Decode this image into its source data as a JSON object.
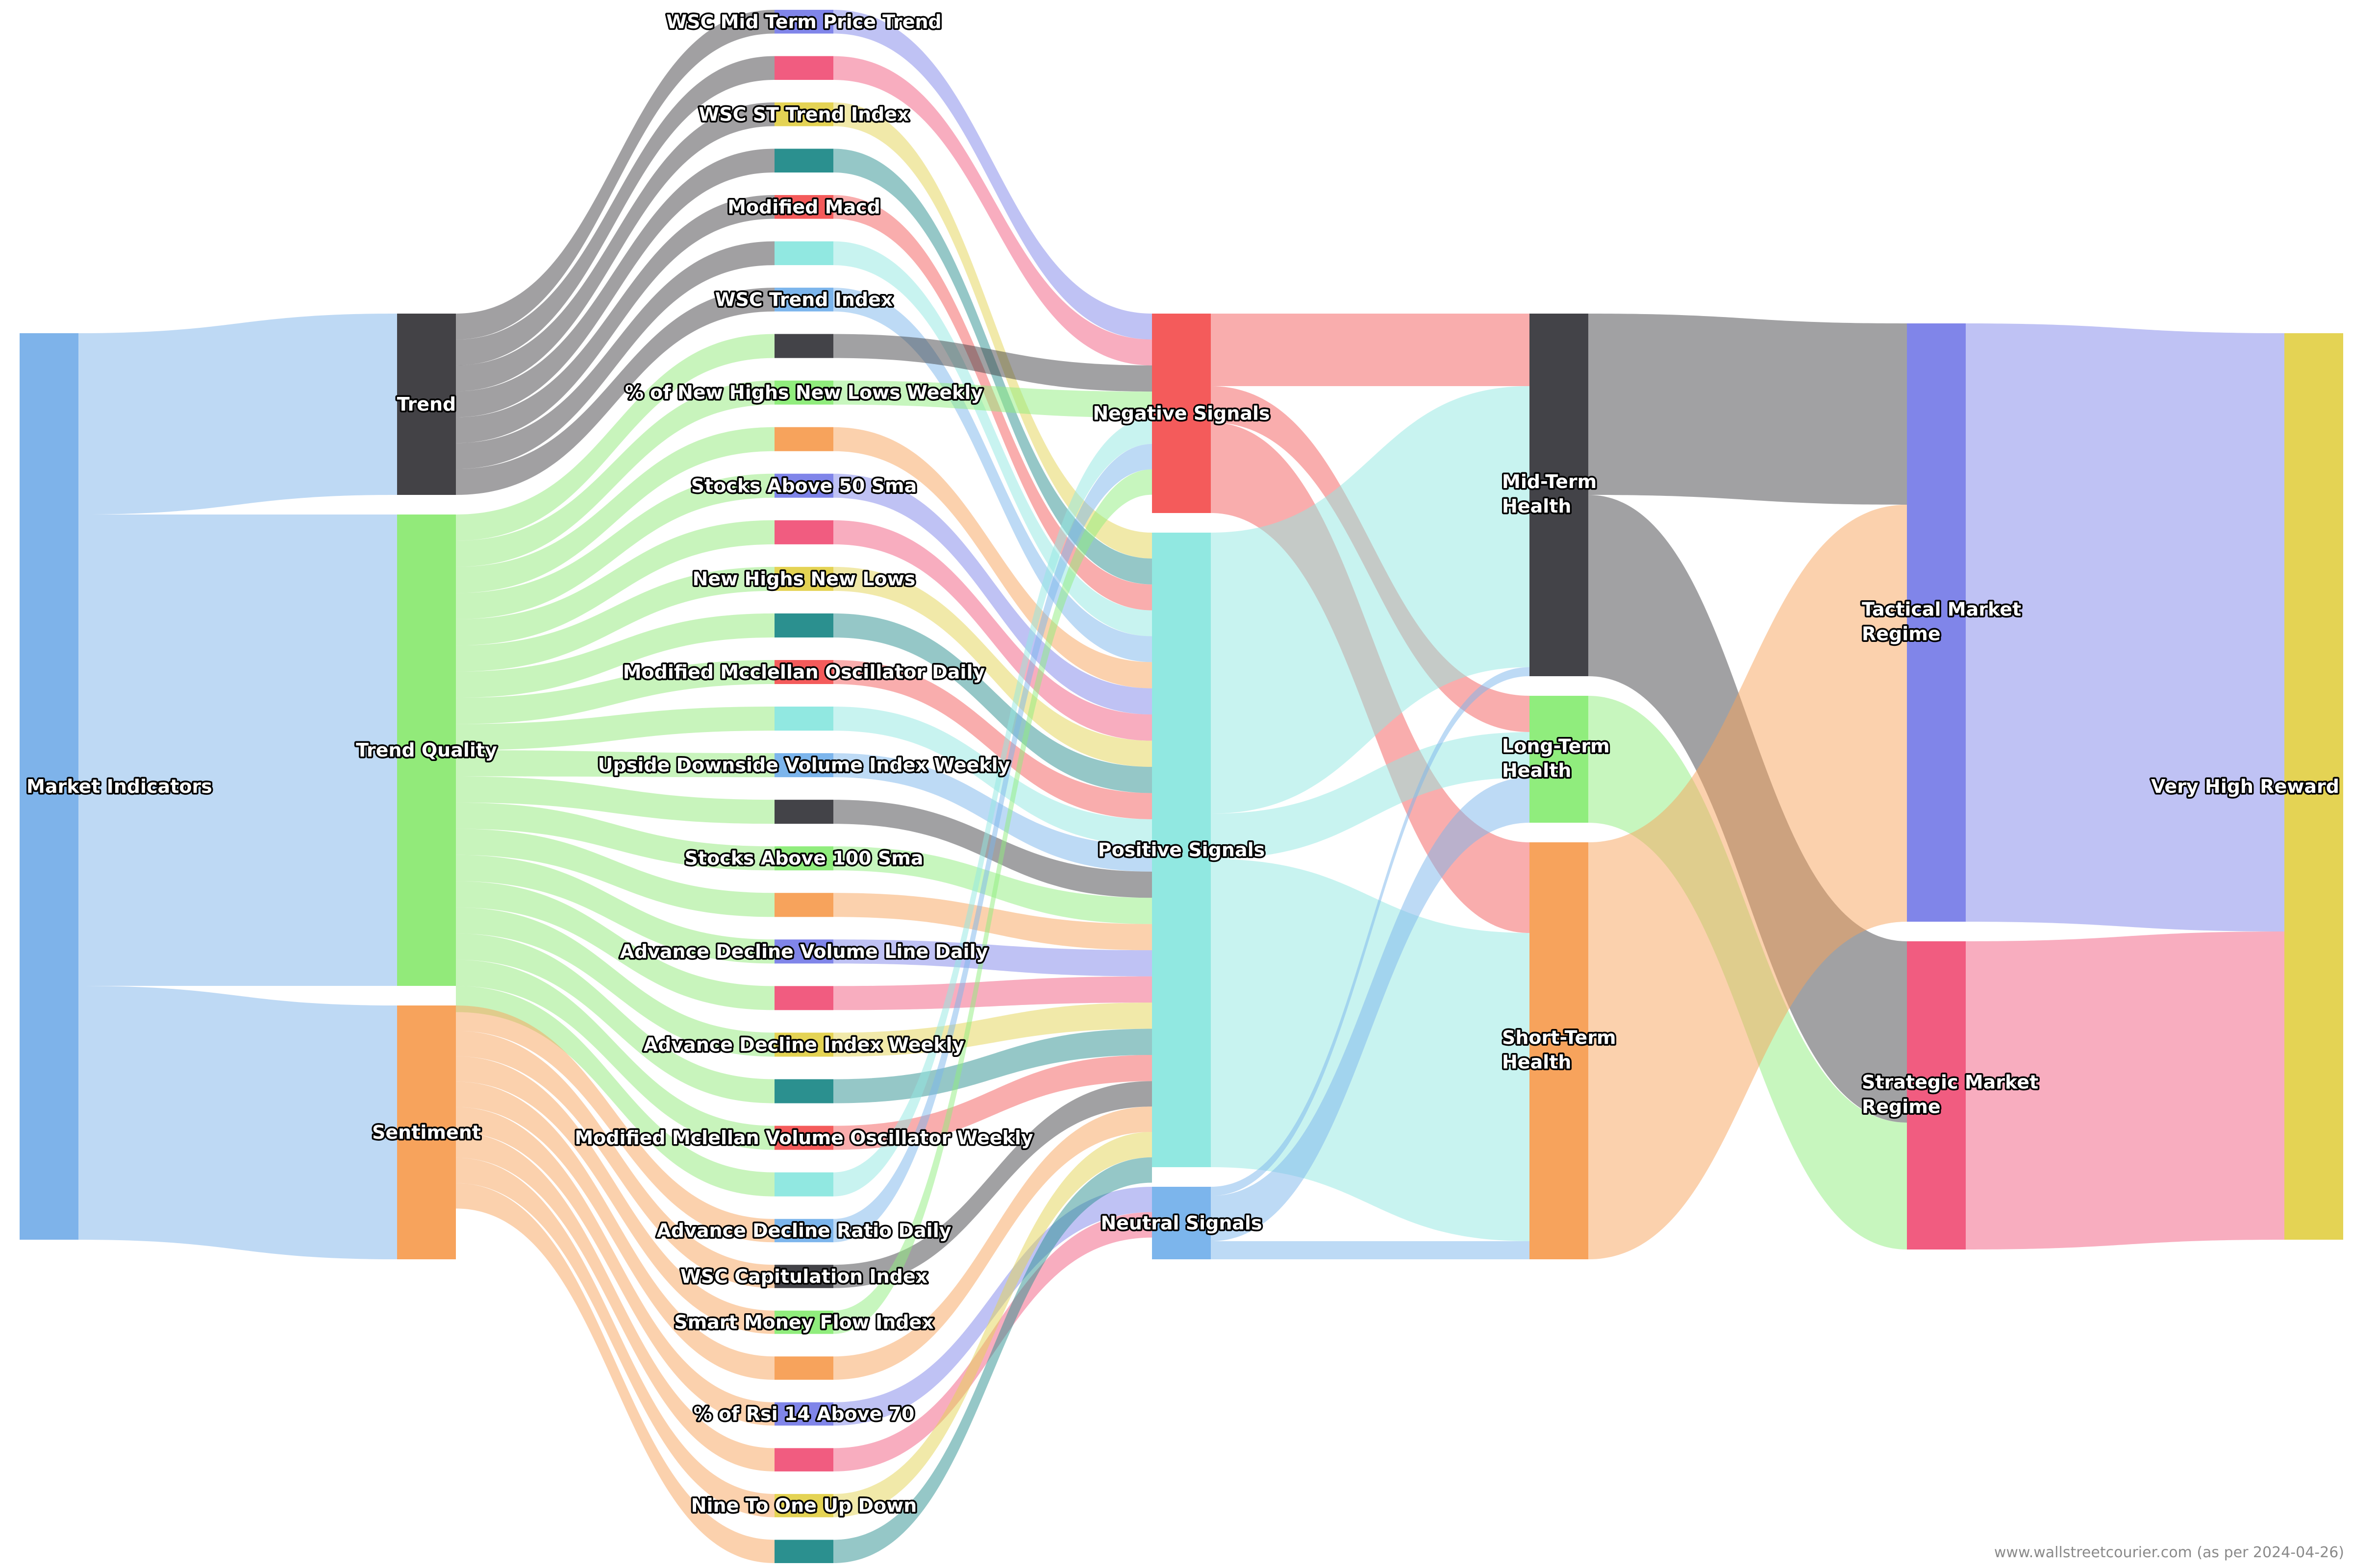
{
  "diagram": {
    "type": "sankey",
    "watermark": "www.wallstreetcourier.com (as per 2024-04-26)",
    "columns": [
      [
        {
          "id": "mi",
          "label": "Market Indicators",
          "value": 100,
          "color": "#7eb3ea"
        }
      ],
      [
        {
          "id": "trend",
          "label": "Trend",
          "value": 20,
          "color": "#434246"
        },
        {
          "id": "tq",
          "label": "Trend Quality",
          "value": 52,
          "color": "#92ea7a"
        },
        {
          "id": "sent",
          "label": "Sentiment",
          "value": 28,
          "color": "#f7a35c"
        }
      ],
      [
        {
          "id": "i1",
          "label": "WSC Mid Term Price Trend",
          "value": 2.857,
          "color": "#8085e9"
        },
        {
          "id": "i2",
          "label": "",
          "value": 2.857,
          "color": "#f15c80"
        },
        {
          "id": "i3",
          "label": "WSC ST Trend Index",
          "value": 2.857,
          "color": "#e4d354"
        },
        {
          "id": "i4",
          "label": "",
          "value": 2.857,
          "color": "#2b908f"
        },
        {
          "id": "i5",
          "label": "Modified Macd",
          "value": 2.857,
          "color": "#f45b5b"
        },
        {
          "id": "i6",
          "label": "",
          "value": 2.857,
          "color": "#91e8e1"
        },
        {
          "id": "i7",
          "label": "WSC Trend Index",
          "value": 2.857,
          "color": "#7cb5ec"
        },
        {
          "id": "i8",
          "label": "",
          "value": 2.889,
          "color": "#434348"
        },
        {
          "id": "i9",
          "label": "% of New Highs New Lows Weekly",
          "value": 2.889,
          "color": "#90ed7d"
        },
        {
          "id": "i10",
          "label": "",
          "value": 2.889,
          "color": "#f7a35c"
        },
        {
          "id": "i11",
          "label": "Stocks Above 50 Sma",
          "value": 2.889,
          "color": "#8085e9"
        },
        {
          "id": "i12",
          "label": "",
          "value": 2.889,
          "color": "#f15c80"
        },
        {
          "id": "i13",
          "label": "New Highs New Lows",
          "value": 2.889,
          "color": "#e4d354"
        },
        {
          "id": "i14",
          "label": "",
          "value": 2.889,
          "color": "#2b908f"
        },
        {
          "id": "i15",
          "label": "Modified Mcclellan Oscillator Daily",
          "value": 2.889,
          "color": "#f45b5b"
        },
        {
          "id": "i16",
          "label": "",
          "value": 2.889,
          "color": "#91e8e1"
        },
        {
          "id": "i17",
          "label": "Upside Downside Volume Index Weekly",
          "value": 2.889,
          "color": "#7cb5ec"
        },
        {
          "id": "i18",
          "label": "",
          "value": 2.889,
          "color": "#434348"
        },
        {
          "id": "i19",
          "label": "Stocks Above 100 Sma",
          "value": 2.889,
          "color": "#90ed7d"
        },
        {
          "id": "i20",
          "label": "",
          "value": 2.889,
          "color": "#f7a35c"
        },
        {
          "id": "i21",
          "label": "Advance Decline Volume Line Daily",
          "value": 2.889,
          "color": "#8085e9"
        },
        {
          "id": "i22",
          "label": "",
          "value": 2.889,
          "color": "#f15c80"
        },
        {
          "id": "i23",
          "label": "Advance Decline Index Weekly",
          "value": 2.889,
          "color": "#e4d354"
        },
        {
          "id": "i24",
          "label": "",
          "value": 2.889,
          "color": "#2b908f"
        },
        {
          "id": "i25",
          "label": "Modified Mclellan Volume Oscillator Weekly",
          "value": 2.889,
          "color": "#f45b5b"
        },
        {
          "id": "i26",
          "label": "",
          "value": 2.889,
          "color": "#91e8e1"
        },
        {
          "id": "i27",
          "label": "Advance Decline Ratio Daily",
          "value": 2.8,
          "color": "#7cb5ec"
        },
        {
          "id": "i28",
          "label": "WSC Capitulation Index",
          "value": 2.8,
          "color": "#434348"
        },
        {
          "id": "i29",
          "label": "Smart Money Flow Index",
          "value": 2.8,
          "color": "#90ed7d"
        },
        {
          "id": "i30",
          "label": "",
          "value": 2.8,
          "color": "#f7a35c"
        },
        {
          "id": "i31",
          "label": "% of Rsi 14 Above 70",
          "value": 2.8,
          "color": "#8085e9"
        },
        {
          "id": "i32",
          "label": "",
          "value": 2.8,
          "color": "#f15c80"
        },
        {
          "id": "i33",
          "label": "Nine To One Up Down",
          "value": 2.8,
          "color": "#e4d354"
        },
        {
          "id": "i34",
          "label": "",
          "value": 2.8,
          "color": "#2b908f"
        }
      ],
      [
        {
          "id": "neg",
          "label": "Negative Signals",
          "value": 22,
          "color": "#f45b5b"
        },
        {
          "id": "pos",
          "label": "Positive Signals",
          "value": 70,
          "color": "#91e8e1"
        },
        {
          "id": "neu",
          "label": "Neutral Signals",
          "value": 8,
          "color": "#7cb5ec"
        }
      ],
      [
        {
          "id": "mid",
          "label": "Mid-Term Health",
          "value": 40,
          "color": "#434348"
        },
        {
          "id": "long",
          "label": "Long-Term Health",
          "value": 14,
          "color": "#90ed7d"
        },
        {
          "id": "short",
          "label": "Short-Term Health",
          "value": 46,
          "color": "#f7a35c"
        }
      ],
      [
        {
          "id": "tac",
          "label": "Tactical Market Regime",
          "value": 66,
          "color": "#8085e9"
        },
        {
          "id": "strat",
          "label": "Strategic Market Regime",
          "value": 34,
          "color": "#f15c80"
        }
      ],
      [
        {
          "id": "vhr",
          "label": "Very High Reward",
          "value": 100,
          "color": "#e4d354"
        }
      ]
    ],
    "links": [
      {
        "source": "mi",
        "target": "trend",
        "value": 20
      },
      {
        "source": "mi",
        "target": "tq",
        "value": 52
      },
      {
        "source": "mi",
        "target": "sent",
        "value": 28
      },
      {
        "source": "trend",
        "target": "i1",
        "value": 2.857
      },
      {
        "source": "trend",
        "target": "i2",
        "value": 2.857
      },
      {
        "source": "trend",
        "target": "i3",
        "value": 2.857
      },
      {
        "source": "trend",
        "target": "i4",
        "value": 2.857
      },
      {
        "source": "trend",
        "target": "i5",
        "value": 2.857
      },
      {
        "source": "trend",
        "target": "i6",
        "value": 2.857
      },
      {
        "source": "trend",
        "target": "i7",
        "value": 2.857
      },
      {
        "source": "tq",
        "target": "i8",
        "value": 2.889
      },
      {
        "source": "tq",
        "target": "i9",
        "value": 2.889
      },
      {
        "source": "tq",
        "target": "i10",
        "value": 2.889
      },
      {
        "source": "tq",
        "target": "i11",
        "value": 2.889
      },
      {
        "source": "tq",
        "target": "i12",
        "value": 2.889
      },
      {
        "source": "tq",
        "target": "i13",
        "value": 2.889
      },
      {
        "source": "tq",
        "target": "i14",
        "value": 2.889
      },
      {
        "source": "tq",
        "target": "i15",
        "value": 2.889
      },
      {
        "source": "tq",
        "target": "i16",
        "value": 2.889
      },
      {
        "source": "tq",
        "target": "i17",
        "value": 2.889
      },
      {
        "source": "tq",
        "target": "i18",
        "value": 2.889
      },
      {
        "source": "tq",
        "target": "i19",
        "value": 2.889
      },
      {
        "source": "tq",
        "target": "i20",
        "value": 2.889
      },
      {
        "source": "tq",
        "target": "i21",
        "value": 2.889
      },
      {
        "source": "tq",
        "target": "i22",
        "value": 2.889
      },
      {
        "source": "tq",
        "target": "i23",
        "value": 2.889
      },
      {
        "source": "tq",
        "target": "i24",
        "value": 2.889
      },
      {
        "source": "tq",
        "target": "i25",
        "value": 2.889
      },
      {
        "source": "tq",
        "target": "i26",
        "value": 2.889
      },
      {
        "source": "sent",
        "target": "i27",
        "value": 2.8
      },
      {
        "source": "sent",
        "target": "i28",
        "value": 2.8
      },
      {
        "source": "sent",
        "target": "i29",
        "value": 2.8
      },
      {
        "source": "sent",
        "target": "i30",
        "value": 2.8
      },
      {
        "source": "sent",
        "target": "i31",
        "value": 2.8
      },
      {
        "source": "sent",
        "target": "i32",
        "value": 2.8
      },
      {
        "source": "sent",
        "target": "i33",
        "value": 2.8
      },
      {
        "source": "sent",
        "target": "i34",
        "value": 2.8
      },
      {
        "source": "i1",
        "target": "neg",
        "value": 2.857
      },
      {
        "source": "i2",
        "target": "neg",
        "value": 2.857
      },
      {
        "source": "i3",
        "target": "pos",
        "value": 2.857
      },
      {
        "source": "i4",
        "target": "pos",
        "value": 2.857
      },
      {
        "source": "i5",
        "target": "pos",
        "value": 2.857
      },
      {
        "source": "i6",
        "target": "pos",
        "value": 2.857
      },
      {
        "source": "i7",
        "target": "pos",
        "value": 2.857
      },
      {
        "source": "i8",
        "target": "neg",
        "value": 2.889
      },
      {
        "source": "i9",
        "target": "neg",
        "value": 2.889
      },
      {
        "source": "i10",
        "target": "pos",
        "value": 2.889
      },
      {
        "source": "i11",
        "target": "pos",
        "value": 2.889
      },
      {
        "source": "i12",
        "target": "pos",
        "value": 2.889
      },
      {
        "source": "i13",
        "target": "pos",
        "value": 2.889
      },
      {
        "source": "i14",
        "target": "pos",
        "value": 2.889
      },
      {
        "source": "i15",
        "target": "pos",
        "value": 2.889
      },
      {
        "source": "i16",
        "target": "pos",
        "value": 2.889
      },
      {
        "source": "i17",
        "target": "pos",
        "value": 2.889
      },
      {
        "source": "i18",
        "target": "pos",
        "value": 2.889
      },
      {
        "source": "i19",
        "target": "pos",
        "value": 2.889
      },
      {
        "source": "i20",
        "target": "pos",
        "value": 2.889
      },
      {
        "source": "i21",
        "target": "pos",
        "value": 2.889
      },
      {
        "source": "i22",
        "target": "pos",
        "value": 2.889
      },
      {
        "source": "i23",
        "target": "pos",
        "value": 2.889
      },
      {
        "source": "i24",
        "target": "pos",
        "value": 2.889
      },
      {
        "source": "i25",
        "target": "pos",
        "value": 2.889
      },
      {
        "source": "i26",
        "target": "neg",
        "value": 2.889
      },
      {
        "source": "i27",
        "target": "neg",
        "value": 2.8
      },
      {
        "source": "i28",
        "target": "pos",
        "value": 2.8
      },
      {
        "source": "i29",
        "target": "neg",
        "value": 2.8
      },
      {
        "source": "i30",
        "target": "pos",
        "value": 2.8
      },
      {
        "source": "i31",
        "target": "neu",
        "value": 2.8
      },
      {
        "source": "i32",
        "target": "neu",
        "value": 2.8
      },
      {
        "source": "i33",
        "target": "pos",
        "value": 2.8
      },
      {
        "source": "i34",
        "target": "pos",
        "value": 2.8
      },
      {
        "source": "neg",
        "target": "mid",
        "value": 8
      },
      {
        "source": "neg",
        "target": "long",
        "value": 4
      },
      {
        "source": "neg",
        "target": "short",
        "value": 10
      },
      {
        "source": "pos",
        "target": "mid",
        "value": 31
      },
      {
        "source": "pos",
        "target": "long",
        "value": 5
      },
      {
        "source": "pos",
        "target": "short",
        "value": 34
      },
      {
        "source": "neu",
        "target": "mid",
        "value": 1
      },
      {
        "source": "neu",
        "target": "long",
        "value": 5
      },
      {
        "source": "neu",
        "target": "short",
        "value": 2
      },
      {
        "source": "mid",
        "target": "tac",
        "value": 20
      },
      {
        "source": "mid",
        "target": "strat",
        "value": 20
      },
      {
        "source": "long",
        "target": "strat",
        "value": 14
      },
      {
        "source": "short",
        "target": "tac",
        "value": 46
      },
      {
        "source": "tac",
        "target": "vhr",
        "value": 66
      },
      {
        "source": "strat",
        "target": "vhr",
        "value": 34
      }
    ]
  }
}
